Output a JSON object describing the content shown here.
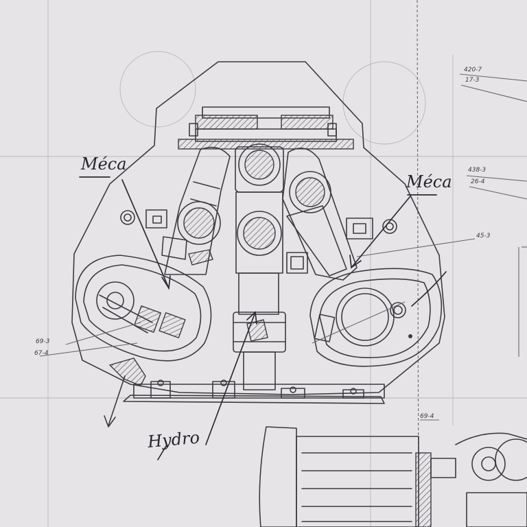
{
  "annotations": {
    "meca_left": "Méca",
    "meca_right": "Méca",
    "hydro": "Hydro"
  },
  "part_refs": {
    "ref_top_1": "420-7",
    "ref_top_2": "17-3",
    "ref_mid_1": "438-3",
    "ref_mid_2": "26-4",
    "ref_right": "45-3",
    "ref_left_1": "69-3",
    "ref_left_2": "67-4",
    "ref_bottom": "69-4"
  }
}
